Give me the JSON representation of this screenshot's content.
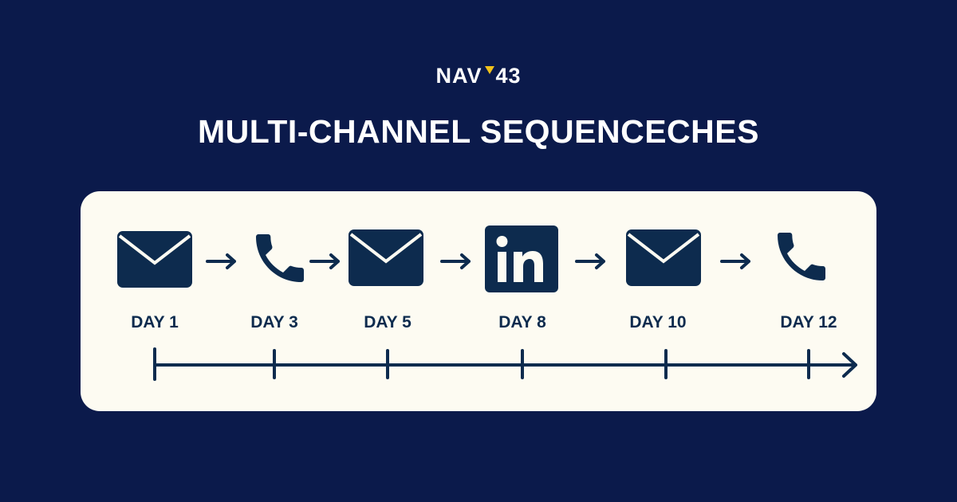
{
  "logo": {
    "left": "NAV",
    "right": "43"
  },
  "title": "MULTI-CHANNEL SEQUENCECHES",
  "colors": {
    "background": "#0b1a4b",
    "card": "#fdfbf2",
    "icon": "#0d2b4e",
    "logo_accent": "#f2c21b"
  },
  "steps": [
    {
      "icon": "email-icon",
      "label": "DAY 1"
    },
    {
      "icon": "phone-icon",
      "label": "DAY 3"
    },
    {
      "icon": "email-icon",
      "label": "DAY 5"
    },
    {
      "icon": "linkedin-icon",
      "label": "DAY 8"
    },
    {
      "icon": "email-icon",
      "label": "DAY 10"
    },
    {
      "icon": "phone-icon",
      "label": "DAY 12"
    }
  ]
}
